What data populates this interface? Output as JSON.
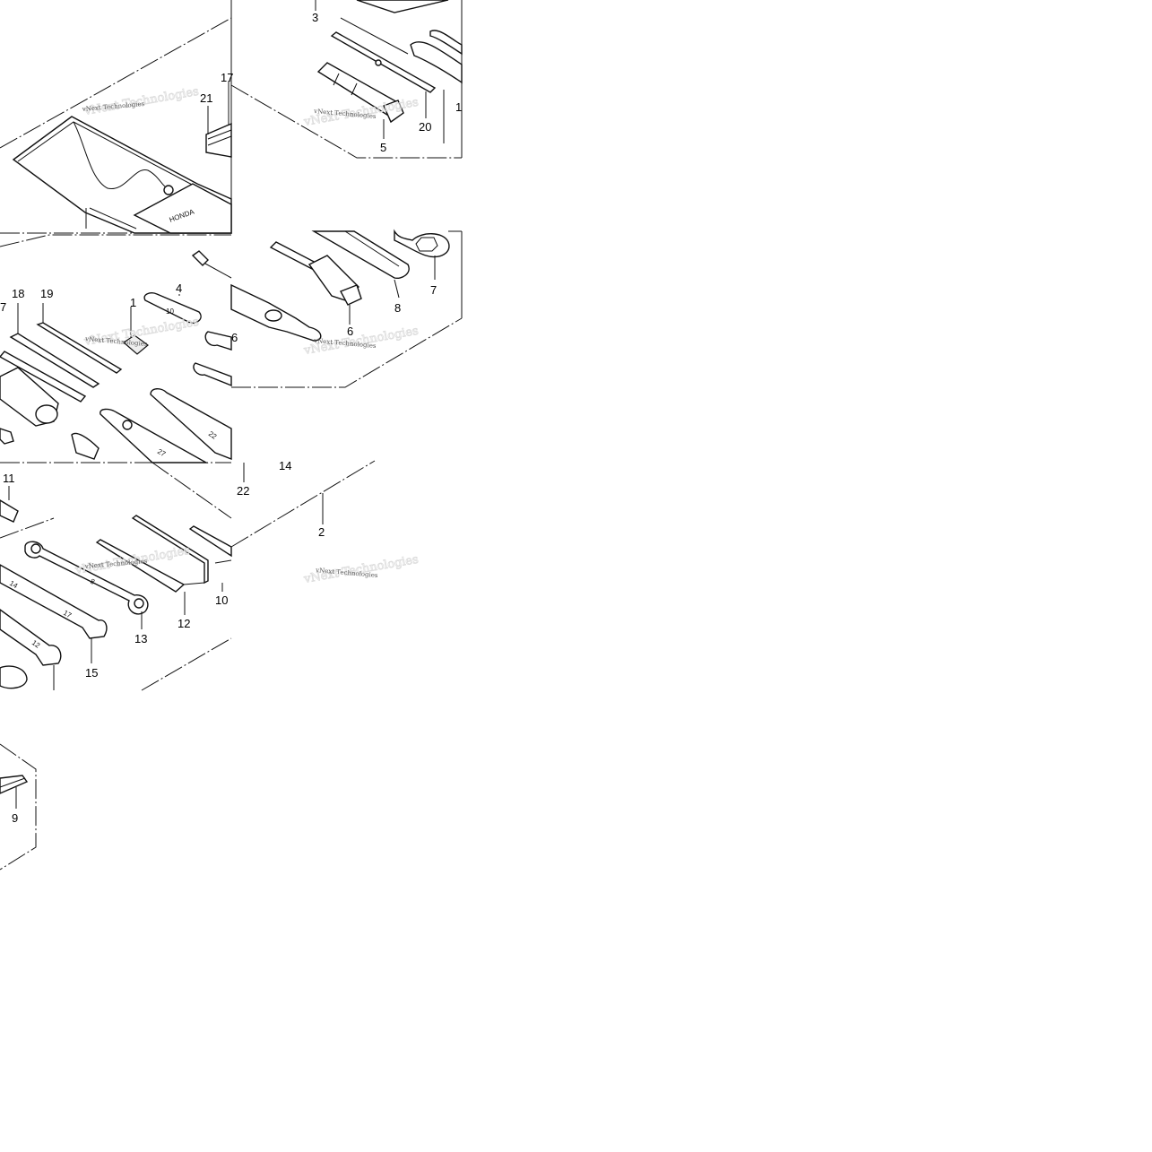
{
  "callouts": {
    "c1": "1",
    "c2": "2",
    "c3": "3",
    "c4": "4",
    "c5": "5",
    "c6": "6",
    "c6b": "6",
    "c7": "7",
    "c7b": "7",
    "c8": "8",
    "c9": "9",
    "c10": "10",
    "c11": "11",
    "c12": "12",
    "c13": "13",
    "c14": "14",
    "c15": "15",
    "c16": "1",
    "c17": "17",
    "c18": "18",
    "c19": "19",
    "c20": "20",
    "c21": "21",
    "c22": "22"
  },
  "watermark": "vNext Technologies",
  "engravings": {
    "bag_brand": "HONDA",
    "plate_mark": "10",
    "wrench_a": "22",
    "wrench_b": "27",
    "wrench_c": "14",
    "wrench_d": "8",
    "wrench_e": "17",
    "wrench_f": "12"
  },
  "colors": {
    "line": "#111111",
    "background": "#ffffff"
  }
}
